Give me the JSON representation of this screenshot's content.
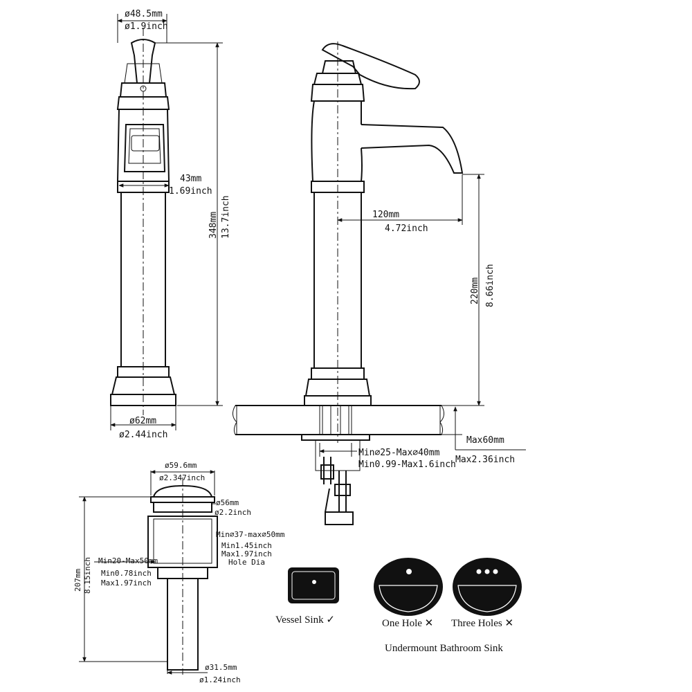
{
  "faucet_side": {
    "top_dia_mm": "ø48.5mm",
    "top_dia_in": "ø1.9inch",
    "body_dia_mm": "43mm",
    "body_dia_in": "1.69inch",
    "height_mm": "348mm",
    "height_in": "13.7inch",
    "base_dia_mm": "ø62mm",
    "base_dia_in": "ø2.44inch"
  },
  "faucet_front": {
    "reach_mm": "120mm",
    "reach_in": "4.72inch",
    "spout_height_mm": "220mm",
    "spout_height_in": "8.66inch",
    "hole_range_mm": "Min⌀25-Max⌀40mm",
    "hole_range_in": "Min0.99-Max1.6inch",
    "deck_max_mm": "Max60mm",
    "deck_max_in": "Max2.36inch"
  },
  "drain": {
    "cap_dia_mm": "ø59.6mm",
    "cap_dia_in": "ø2.347inch",
    "flange_dia_mm": "ø56mm",
    "flange_dia_in": "ø2.2inch",
    "hole_mm": "Min⌀37-max⌀50mm",
    "hole_in_1": "Min1.45inch",
    "hole_in_2": "Max1.97inch",
    "hole_note": "Hole Dia",
    "thickness_mm": "Min20-Max50mm",
    "thickness_in_1": "Min0.78inch",
    "thickness_in_2": "Max1.97inch",
    "height_mm": "207mm",
    "height_in": "8.15inch",
    "tail_dia_mm": "ø31.5mm",
    "tail_dia_in": "ø1.24inch"
  },
  "sinks": {
    "vessel_label": "Vessel Sink ✓",
    "one_hole_label": "One Hole ✕",
    "three_holes_label": "Three Holes ✕",
    "caption": "Undermount Bathroom Sink"
  }
}
